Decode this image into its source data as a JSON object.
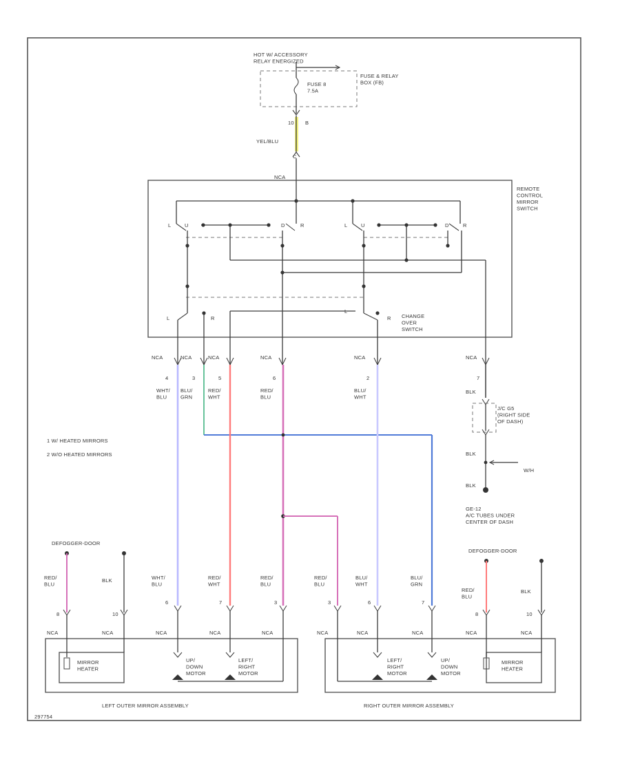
{
  "title": "",
  "colors": {
    "yel_blu": "#f2f280",
    "wht_blu": "#b9b9ff",
    "red_wht": "#ff7a7a",
    "red_blu": "#d670b8",
    "blu_grn": "#4f7ad8",
    "blu_wht": "#c9c9ff",
    "grn": "#67c29b",
    "ground": "#333333"
  },
  "power": {
    "source": "HOT W/ ACCESSORY\nRELAY ENERGIZED",
    "fuse": "FUSE 8\n7.5A",
    "fuse_box": "FUSE & RELAY\nBOX (FB)",
    "pin_left": "10",
    "pin_right": "B",
    "wire": "YEL/BLU",
    "c_pin": "C"
  },
  "switch": {
    "name": "REMOTE\nCONTROL\nMIRROR\nSWITCH",
    "top_nca": "NCA",
    "changeover": "CHANGE\nOVER\nSWITCH",
    "left_row": [
      "L",
      "U",
      "D",
      "R"
    ],
    "right_row": [
      "L",
      "U",
      "D",
      "R"
    ],
    "lower_row": [
      "L",
      "R",
      "L",
      "R"
    ]
  },
  "harness": [
    {
      "nca": "NCA",
      "pin": "4",
      "wire": "WHT/\nBLU"
    },
    {
      "nca": "NCA",
      "pin": "3",
      "wire": "BLU/\nGRN"
    },
    {
      "nca": "NCA",
      "pin": "5",
      "wire": "RED/\nWHT"
    },
    {
      "nca": "NCA",
      "pin": "6",
      "wire": "RED/\nBLU"
    },
    {
      "nca": "NCA",
      "pin": "2",
      "wire": "BLU/\nWHT"
    },
    {
      "nca": "NCA",
      "pin": "7",
      "wire": "BLK"
    }
  ],
  "ground": {
    "jc": "J/C G5\n(RIGHT SIDE\nOF DASH)",
    "blk1": "BLK",
    "blk2": "BLK",
    "blk3": "BLK",
    "arrow": "W/H",
    "g_label": "GE-12\nA/C TUBES UNDER\nCENTER OF DASH"
  },
  "notes": [
    "1   W/ HEATED MIRRORS",
    "2   W/O HEATED MIRRORS"
  ],
  "left_mirror": {
    "defogger": "DEFOGGER-DOOR",
    "wires": [
      {
        "name": "RED/\nBLU",
        "pin": "8",
        "nca": "NCA"
      },
      {
        "name": "BLK",
        "pin": "10",
        "nca": "NCA"
      },
      {
        "name": "WHT/\nBLU",
        "pin": "6",
        "nca": "NCA"
      },
      {
        "name": "RED/\nWHT",
        "pin": "7",
        "nca": "NCA"
      },
      {
        "name": "RED/\nBLU",
        "pin": "3",
        "nca": "NCA"
      }
    ],
    "heater": "MIRROR\nHEATER",
    "motor1": "UP/\nDOWN\nMOTOR",
    "motor2": "LEFT/\nRIGHT\nMOTOR",
    "label": "LEFT OUTER MIRROR ASSEMBLY"
  },
  "right_mirror": {
    "defogger": "DEFOGGER-DOOR",
    "wires": [
      {
        "name": "RED/\nBLU",
        "pin": "3",
        "nca": "NCA"
      },
      {
        "name": "BLU/\nWHT",
        "pin": "6",
        "nca": "NCA"
      },
      {
        "name": "BLU/\nGRN",
        "pin": "7",
        "nca": "NCA"
      },
      {
        "name": "RED/\nBLU",
        "pin": "8",
        "nca": "NCA"
      },
      {
        "name": "BLK",
        "pin": "10",
        "nca": "NCA"
      }
    ],
    "heater": "MIRROR\nHEATER",
    "motor1": "LEFT/\nRIGHT\nMOTOR",
    "motor2": "UP/\nDOWN\nMOTOR",
    "label": "RIGHT OUTER MIRROR ASSEMBLY"
  },
  "footer_code": "297754"
}
